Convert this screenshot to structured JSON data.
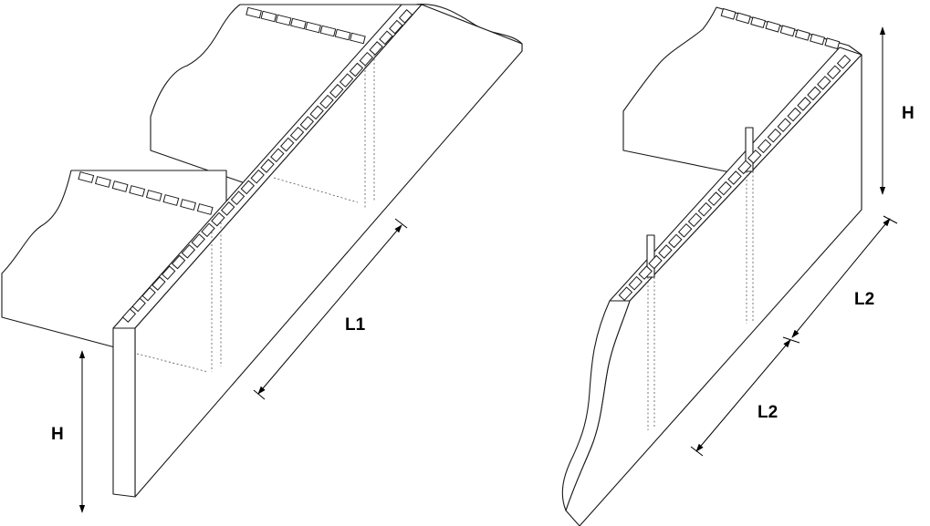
{
  "labels": {
    "left_height": "H",
    "left_length": "L1",
    "right_height": "H",
    "right_length_upper": "L2",
    "right_length_lower": "L2"
  }
}
